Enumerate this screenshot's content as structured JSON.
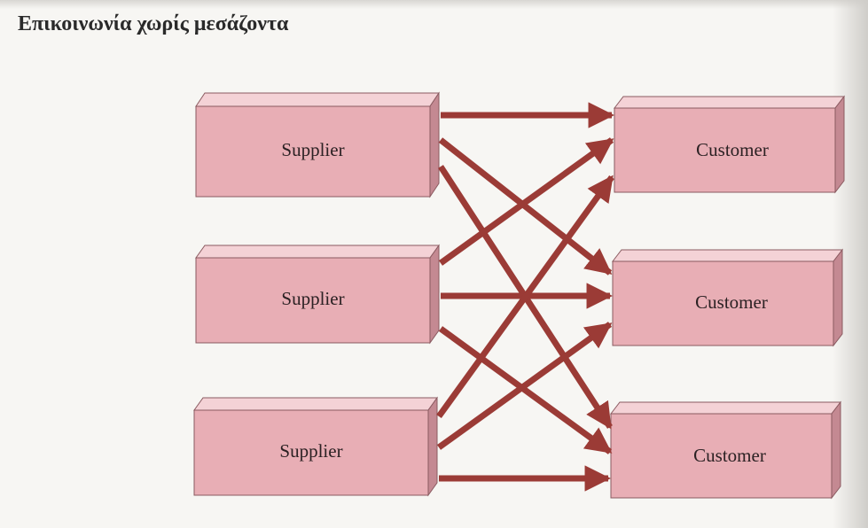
{
  "heading": "Επικοινωνία χωρίς μεσάζοντα",
  "colors": {
    "box_front": "#e8aeb5",
    "box_top": "#f4d2d6",
    "box_side": "#c48992",
    "box_stroke": "#8a5a60",
    "arrow": "#9b3b36"
  },
  "suppliers": [
    {
      "label": "Supplier"
    },
    {
      "label": "Supplier"
    },
    {
      "label": "Supplier"
    }
  ],
  "customers": [
    {
      "label": "Customer"
    },
    {
      "label": "Customer"
    },
    {
      "label": "Customer"
    }
  ],
  "connections": [
    [
      0,
      0
    ],
    [
      0,
      1
    ],
    [
      0,
      2
    ],
    [
      1,
      0
    ],
    [
      1,
      1
    ],
    [
      1,
      2
    ],
    [
      2,
      0
    ],
    [
      2,
      1
    ],
    [
      2,
      2
    ]
  ]
}
